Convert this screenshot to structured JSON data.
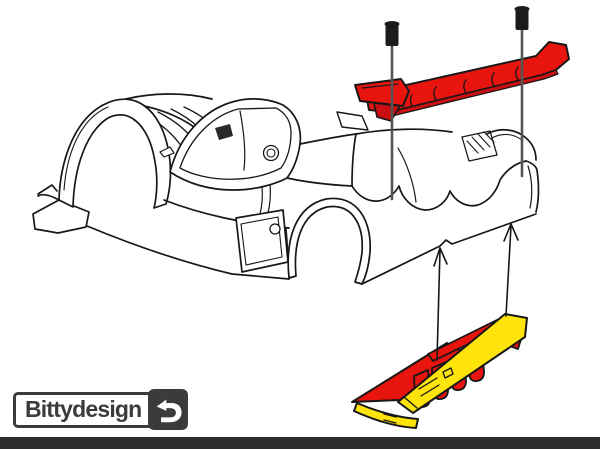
{
  "logo": {
    "text": "Bittydesign",
    "mark_icon": "bittydesign-b-mark-icon"
  },
  "illustration": {
    "parts": [
      "lmp-car-body-line-art",
      "rear-wing-red",
      "body-pin-screw-left",
      "body-pin-screw-right",
      "rear-diffuser-red-yellow",
      "mounting-arrow-left",
      "mounting-arrow-right"
    ]
  },
  "colors": {
    "line_ink": "#171717",
    "part_red": "#e8140e",
    "red_shade": "#c90f12",
    "part_yellow": "#ffe40b",
    "screw_dark": "#1b1b1b",
    "screw_shaft": "#555555",
    "logo_ink": "#3b3b3b",
    "footer_bar": "#2e2e2e"
  }
}
